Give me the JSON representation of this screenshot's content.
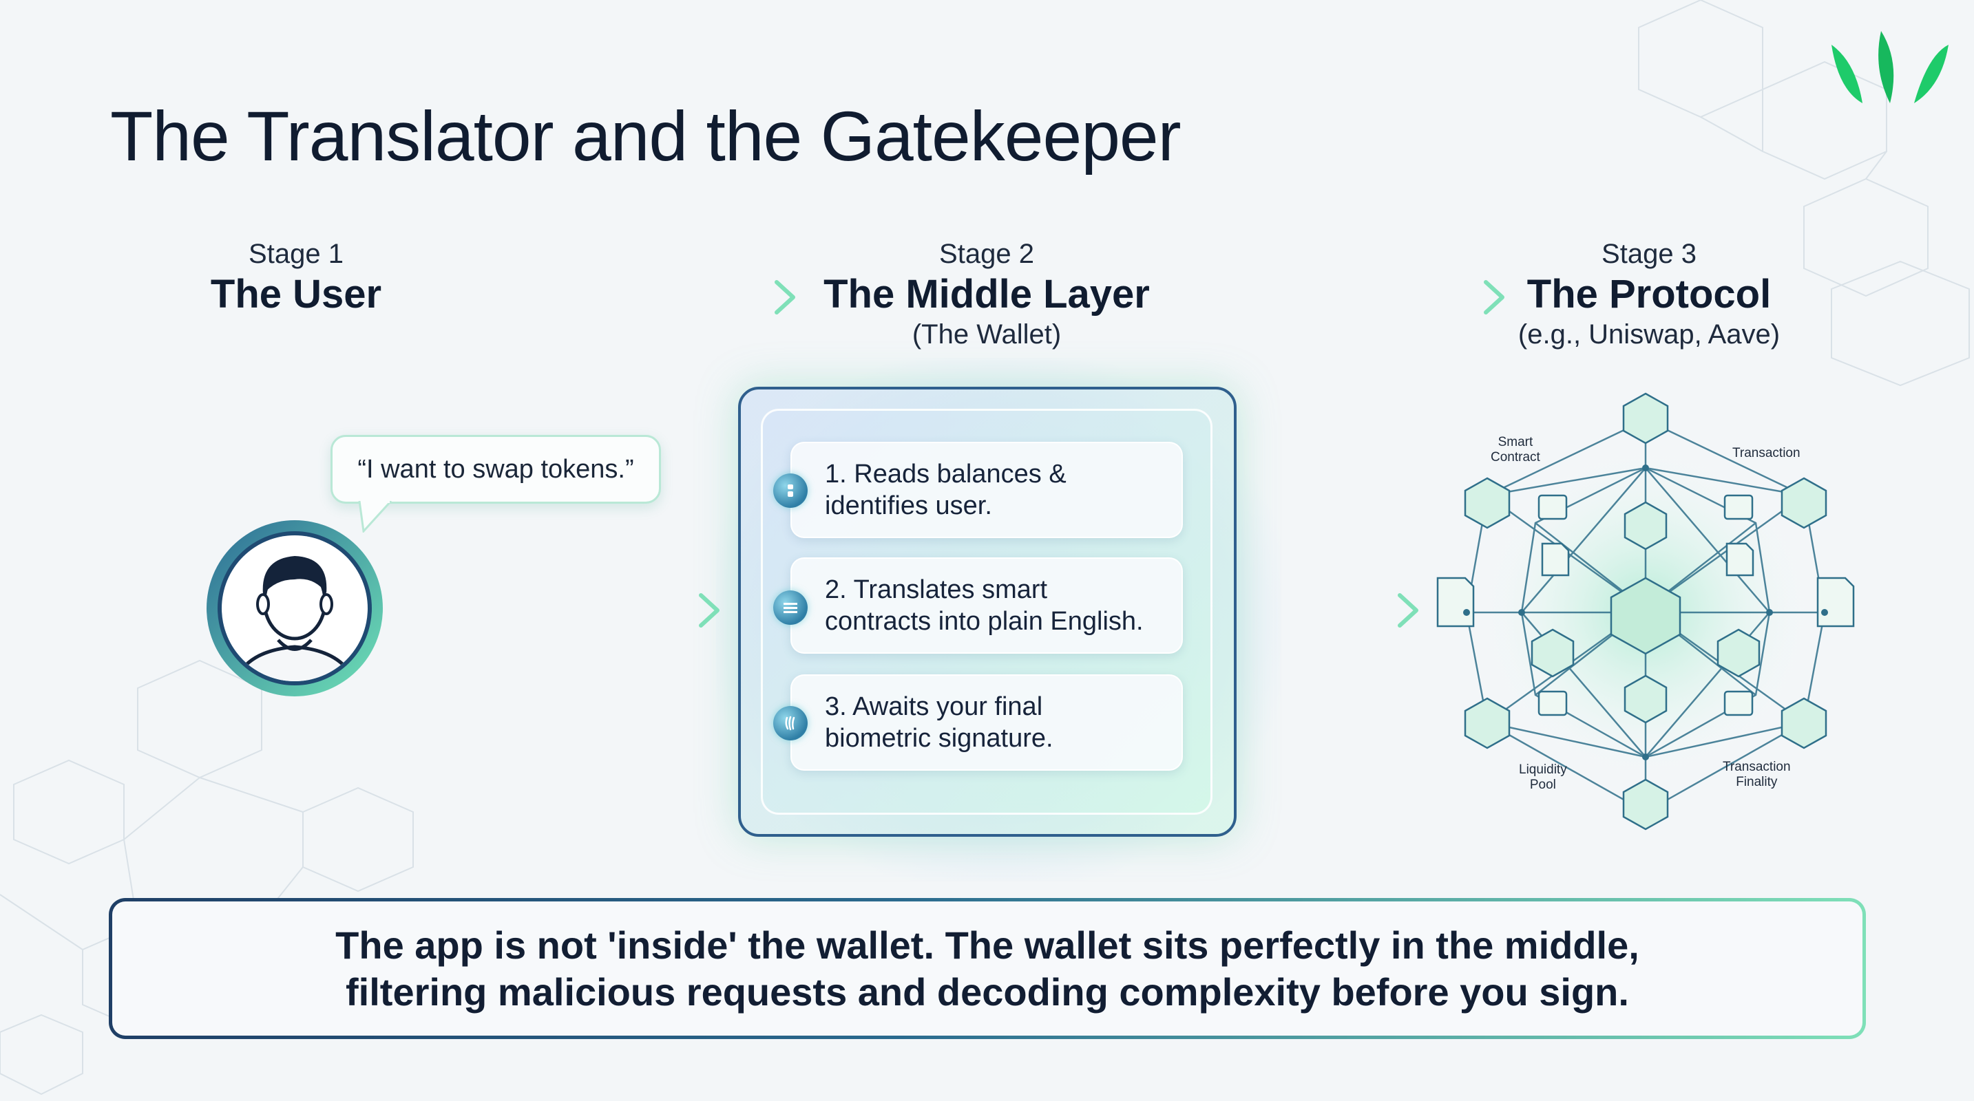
{
  "title": "The Translator and the Gatekeeper",
  "stages": [
    {
      "num": "Stage 1",
      "name": "The User",
      "sub": ""
    },
    {
      "num": "Stage 2",
      "name": "The Middle Layer",
      "sub": "(The Wallet)"
    },
    {
      "num": "Stage 3",
      "name": "The Protocol",
      "sub": "(e.g., Uniswap, Aave)"
    }
  ],
  "user_bubble": "“I want to swap tokens.”",
  "wallet_steps": [
    {
      "line1": "1. Reads balances &",
      "line2": "identifies user."
    },
    {
      "line1": "2. Translates smart",
      "line2": "contracts into plain English."
    },
    {
      "line1": "3. Awaits your final",
      "line2": "biometric signature."
    }
  ],
  "network_labels": {
    "smart_contract": [
      "Smart",
      "Contract"
    ],
    "transaction": "Transaction",
    "liquidity_pool": [
      "Liquidity",
      "Pool"
    ],
    "transaction_finality": [
      "Transaction",
      "Finality"
    ]
  },
  "summary": {
    "line1": "The app is not 'inside' the wallet. The wallet sits perfectly in the middle,",
    "line2": "filtering malicious requests and decoding complexity before you sign."
  },
  "colors": {
    "navy": "#1f3f66",
    "teal": "#2a6a8e",
    "mint": "#7fe0b8",
    "logo_green": "#1ecb6a"
  },
  "icons": [
    "user-avatar-icon",
    "wallet-step-icon",
    "blockchain-network-icon",
    "logo-leaves-icon"
  ]
}
